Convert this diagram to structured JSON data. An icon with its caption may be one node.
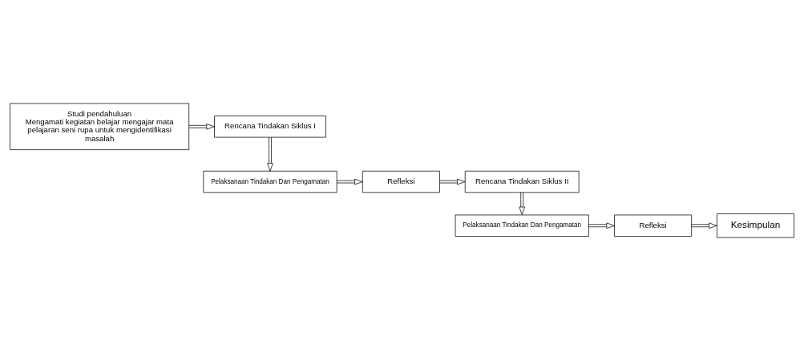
{
  "diagram": {
    "nodes": [
      {
        "text": [
          "Studi pendahuluan",
          "Mengamati kegiatan belajar mengajar mata pelajaran seni rupa untuk mengidentifikasi masalah"
        ]
      },
      {
        "text": [
          "Rencana Tindakan Siklus I"
        ]
      },
      {
        "text": [
          "Pelaksanaan Tindakan Dan Pengamatan"
        ]
      },
      {
        "text": [
          "Refleksi"
        ]
      },
      {
        "text": [
          "Rencana Tindakan Siklus II"
        ]
      },
      {
        "text": [
          "Pelaksanaan Tindakan Dan Pengamatan"
        ]
      },
      {
        "text": [
          "Refleksi"
        ]
      },
      {
        "text": [
          "Kesimpulan"
        ]
      }
    ],
    "edges": [
      {
        "from": 0,
        "to": 1,
        "arrow": "to"
      },
      {
        "from": 1,
        "to": 2,
        "arrow": "to"
      },
      {
        "from": 2,
        "to": 3,
        "arrow": "to"
      },
      {
        "from": 3,
        "to": 4,
        "arrow": "to"
      },
      {
        "from": 4,
        "to": 5,
        "arrow": "to"
      },
      {
        "from": 5,
        "to": 6,
        "arrow": "to"
      },
      {
        "from": 6,
        "to": 7,
        "arrow": "to"
      }
    ]
  }
}
